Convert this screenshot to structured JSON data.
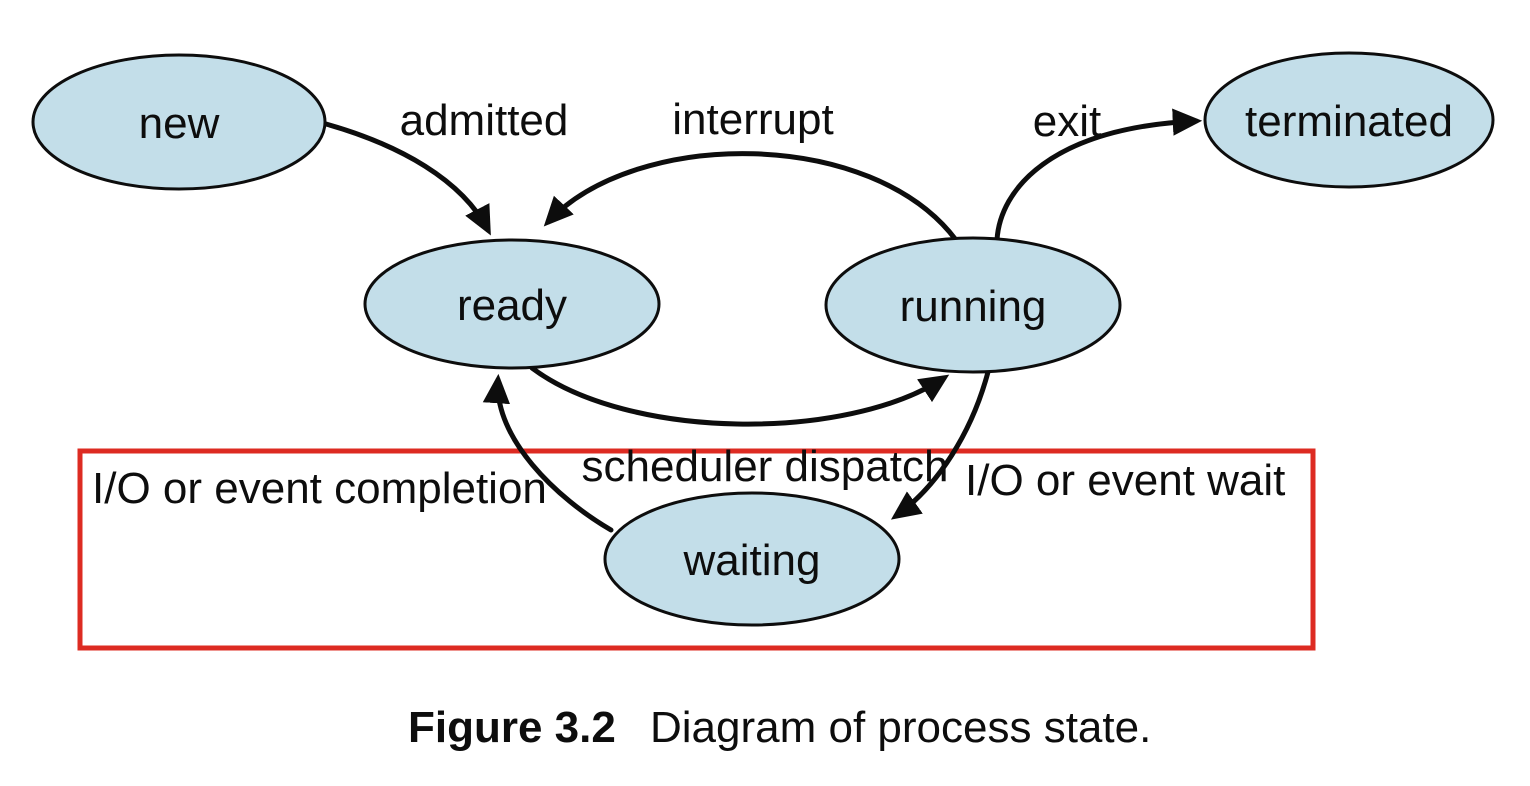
{
  "colors": {
    "state_fill": "#c3dee9",
    "outline": "#0d0d0d",
    "label_text": "#0d0d0d",
    "highlight_red": "#dd2b22",
    "page_bg": "#ffffff"
  },
  "diagram": {
    "states": [
      {
        "id": "new",
        "label": "new"
      },
      {
        "id": "ready",
        "label": "ready"
      },
      {
        "id": "running",
        "label": "running"
      },
      {
        "id": "terminated",
        "label": "terminated"
      },
      {
        "id": "waiting",
        "label": "waiting"
      }
    ],
    "transitions": [
      {
        "id": "admitted",
        "label": "admitted",
        "from": "new",
        "to": "ready"
      },
      {
        "id": "interrupt",
        "label": "interrupt",
        "from": "running",
        "to": "ready"
      },
      {
        "id": "exit",
        "label": "exit",
        "from": "running",
        "to": "terminated"
      },
      {
        "id": "scheduler_dispatch",
        "label": "scheduler dispatch",
        "from": "ready",
        "to": "running"
      },
      {
        "id": "io_wait",
        "label": "I/O or event wait",
        "from": "running",
        "to": "waiting"
      },
      {
        "id": "io_completion",
        "label": "I/O or event completion",
        "from": "waiting",
        "to": "ready"
      }
    ],
    "highlight_box": {
      "description": "red rectangle annotation around waiting-state region"
    }
  },
  "caption": {
    "figure_label": "Figure 3.2",
    "text": "Diagram of process state."
  }
}
